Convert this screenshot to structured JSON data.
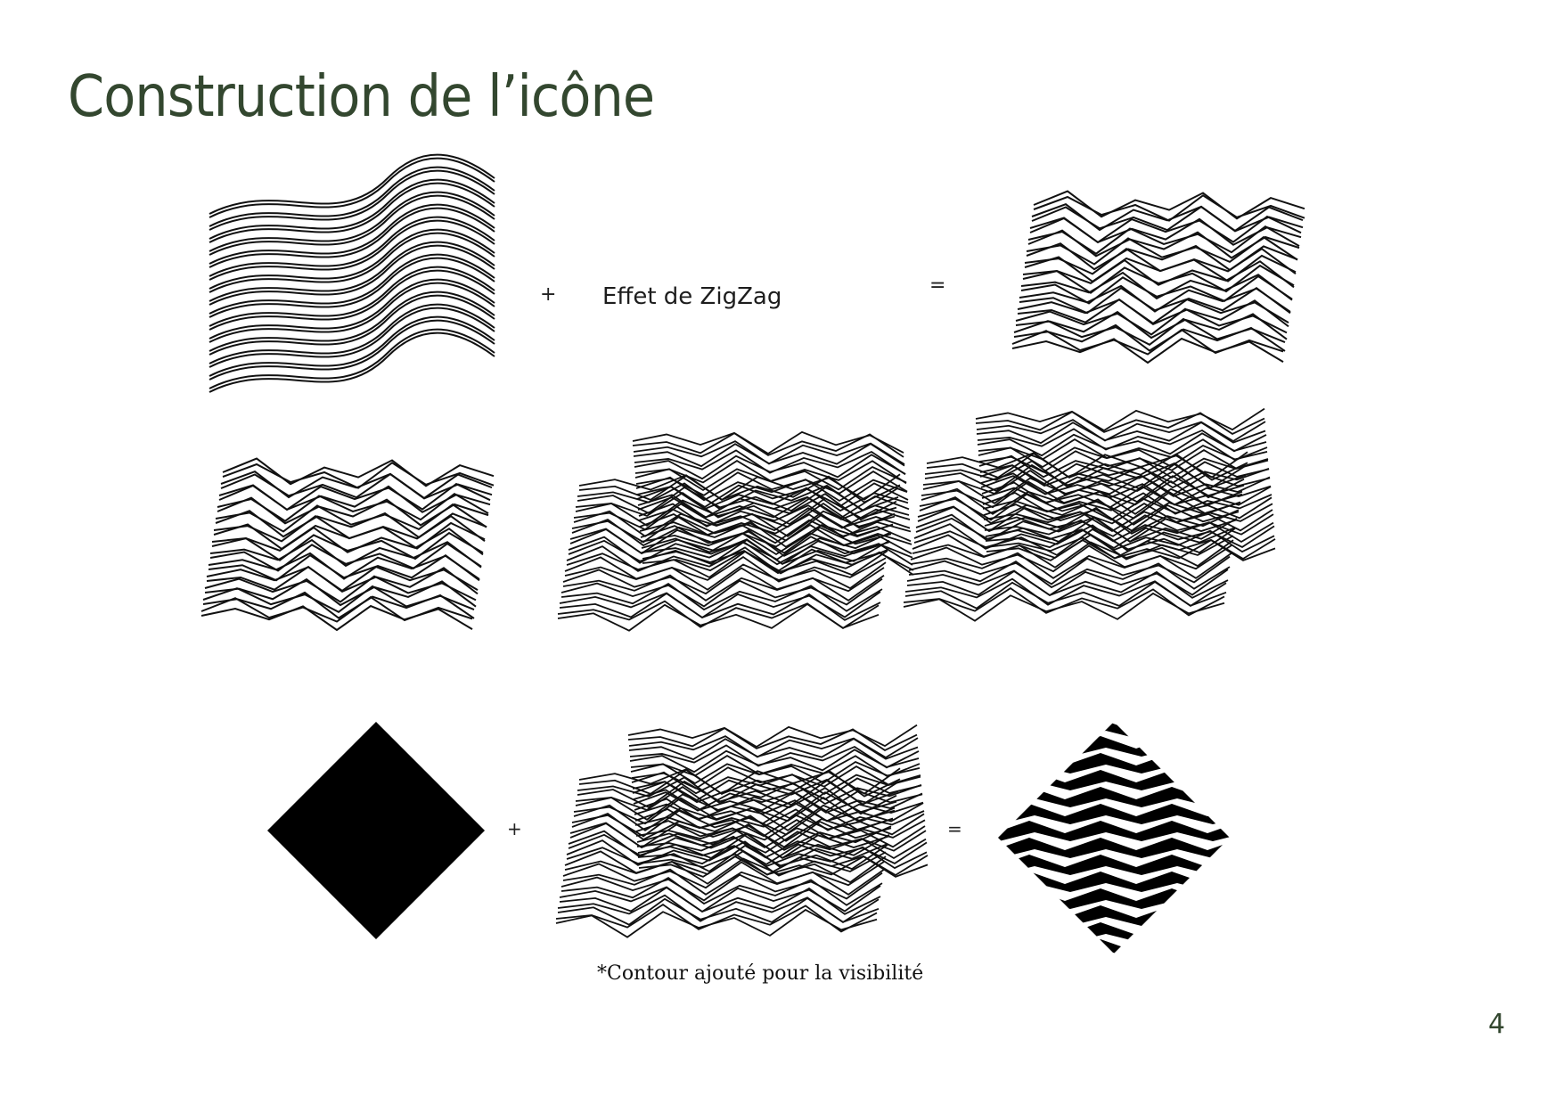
{
  "page": {
    "title": "Construction de l’icône",
    "page_number": "4"
  },
  "row1": {
    "plus": "+",
    "effect_label": "Effet de ZigZag",
    "equals": "="
  },
  "row3": {
    "plus": "+",
    "equals": "="
  },
  "footnote": "*Contour ajouté pour la visibilité",
  "colors": {
    "title": "#33472f",
    "stroke": "#111111",
    "fill": "#000000"
  }
}
